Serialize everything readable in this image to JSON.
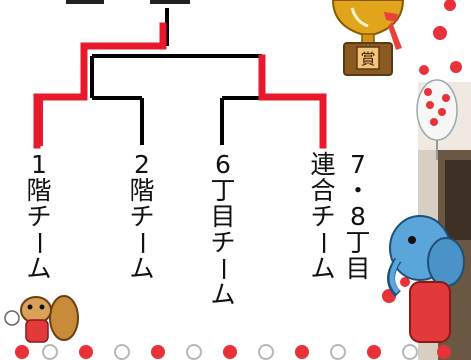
{
  "header_cutoff_text": "",
  "trophy": {
    "plaque_label": "賞",
    "colors": {
      "cup": "#e0a51a",
      "plaque": "#f2c57a",
      "ribbon": "#e8423a"
    }
  },
  "bracket": {
    "colors": {
      "winner_line": "#e8192c",
      "line": "#000000"
    },
    "teams": [
      {
        "label": "1階チーム",
        "winner": true
      },
      {
        "label": "2階チーム",
        "winner": false
      },
      {
        "label": "6丁目チーム",
        "winner": false
      },
      {
        "label": "連合チーム",
        "winner": true
      }
    ],
    "extra_label": "7・8丁目"
  },
  "decorations": {
    "dot_colors": {
      "red": "#e8323a",
      "outline": "#b7b7b7"
    },
    "characters": [
      "squirrel-mascot",
      "elephant-mascot"
    ]
  }
}
